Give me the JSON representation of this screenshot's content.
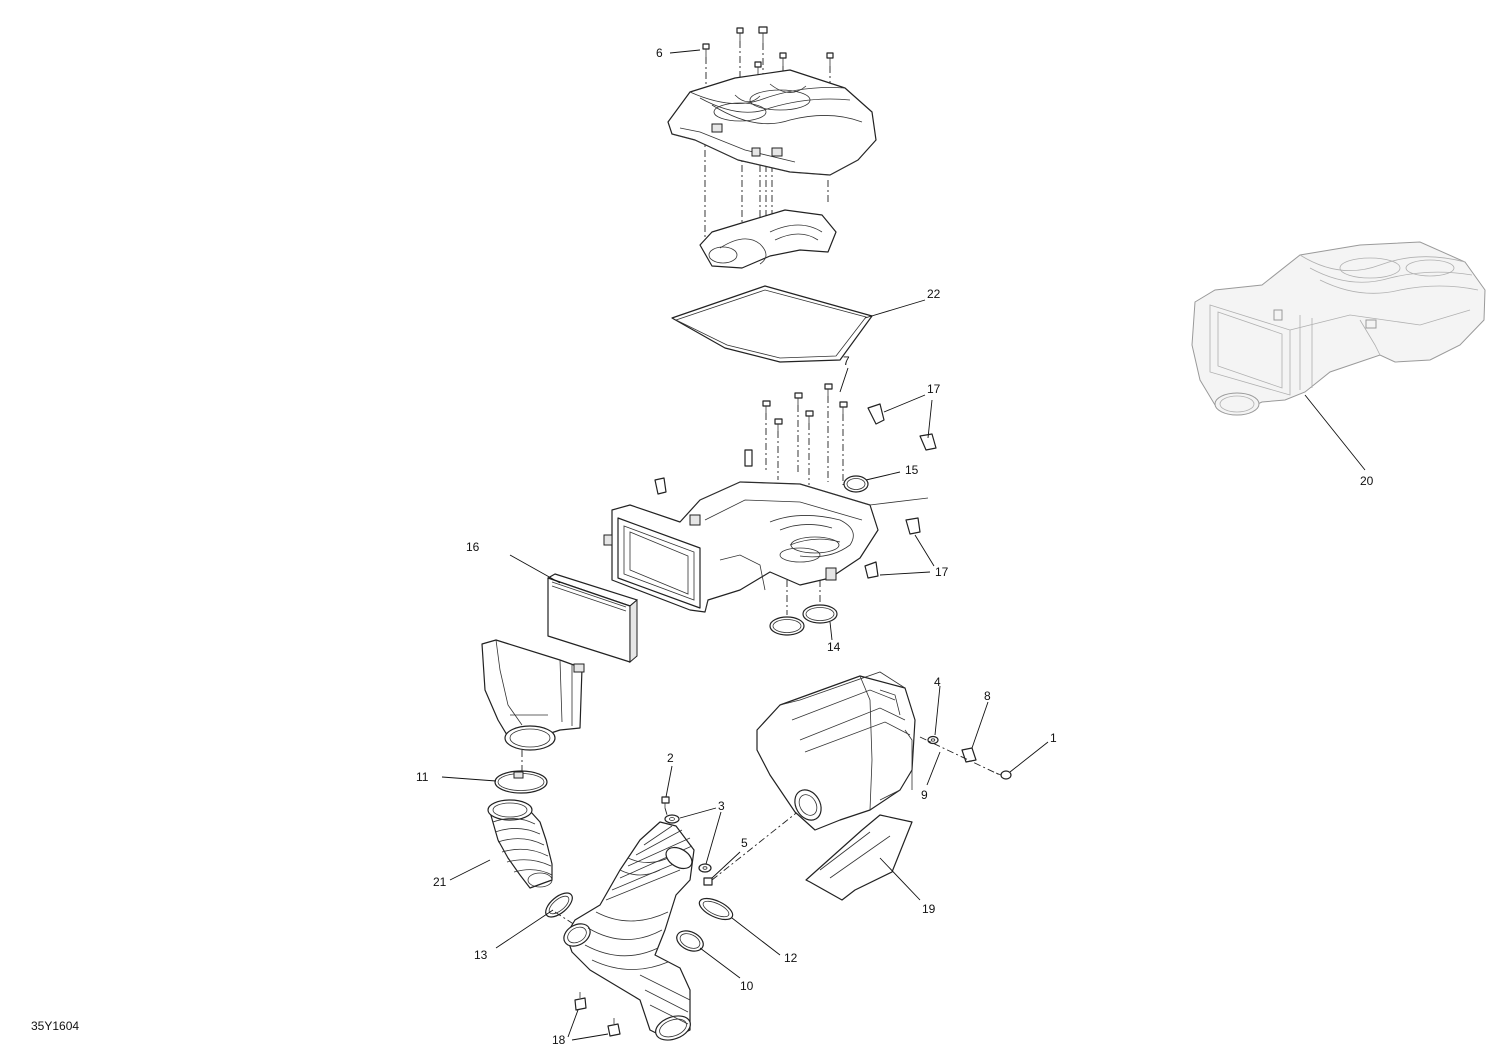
{
  "document": {
    "reference": "35Y1604"
  },
  "callouts": {
    "c1": "1",
    "c2": "2",
    "c3": "3",
    "c4": "4",
    "c5": "5",
    "c6": "6",
    "c7": "7",
    "c8": "8",
    "c9": "9",
    "c10": "10",
    "c11": "11",
    "c12": "12",
    "c13": "13",
    "c14": "14",
    "c15": "15",
    "c16": "16",
    "c17a": "17",
    "c17b": "17",
    "c18": "18",
    "c19": "19",
    "c20": "20",
    "c21": "21",
    "c22": "22"
  }
}
